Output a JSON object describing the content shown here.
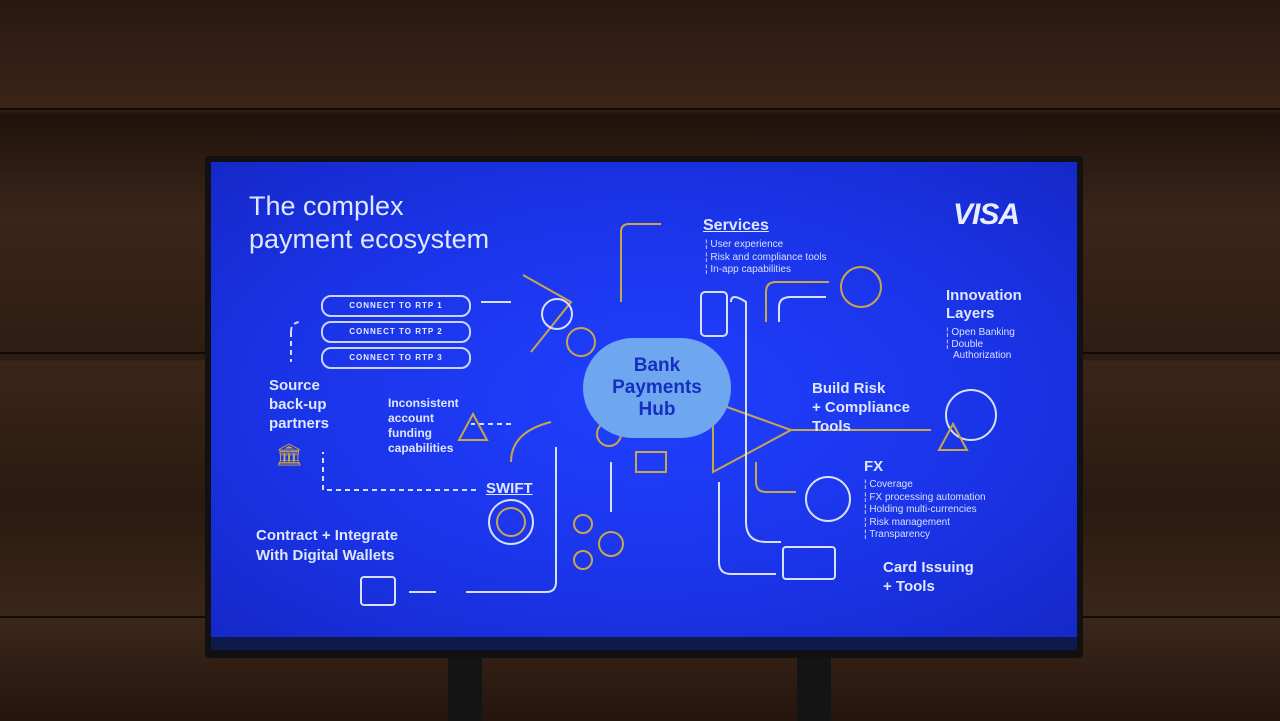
{
  "slide": {
    "title_line1": "The complex",
    "title_line2": "payment ecosystem",
    "brand": "VISA",
    "hub": {
      "line1": "Bank",
      "line2": "Payments",
      "line3": "Hub"
    },
    "rtp": [
      "CONNECT TO RTP 1",
      "CONNECT TO RTP 2",
      "CONNECT TO RTP 3"
    ],
    "source": {
      "line1": "Source",
      "line2": "back-up",
      "line3": "partners"
    },
    "inconsistent": {
      "line1": "Inconsistent",
      "line2": "account",
      "line3": "funding",
      "line4": "capabilities"
    },
    "swift": "SWIFT",
    "wallets": {
      "line1": "Contract + Integrate",
      "line2": "With Digital Wallets"
    },
    "services": {
      "heading": "Services",
      "items": [
        "User experience",
        "Risk and compliance tools",
        "In-app capabilities"
      ]
    },
    "innovation": {
      "line1": "Innovation",
      "line2": "Layers",
      "items": [
        "Open Banking",
        "Double",
        "Authorization"
      ]
    },
    "risk": {
      "line1": "Build Risk",
      "line2": "+ Compliance",
      "line3": "Tools"
    },
    "fx": {
      "heading": "FX",
      "items": [
        "Coverage",
        "FX processing automation",
        "Holding multi-currencies",
        "Risk management",
        "Transparency"
      ]
    },
    "card": {
      "line1": "Card Issuing",
      "line2": "+ Tools"
    }
  },
  "colors": {
    "screen": "#1a33e6",
    "accent": "#c8a64a",
    "hub": "#6fa6f0"
  }
}
